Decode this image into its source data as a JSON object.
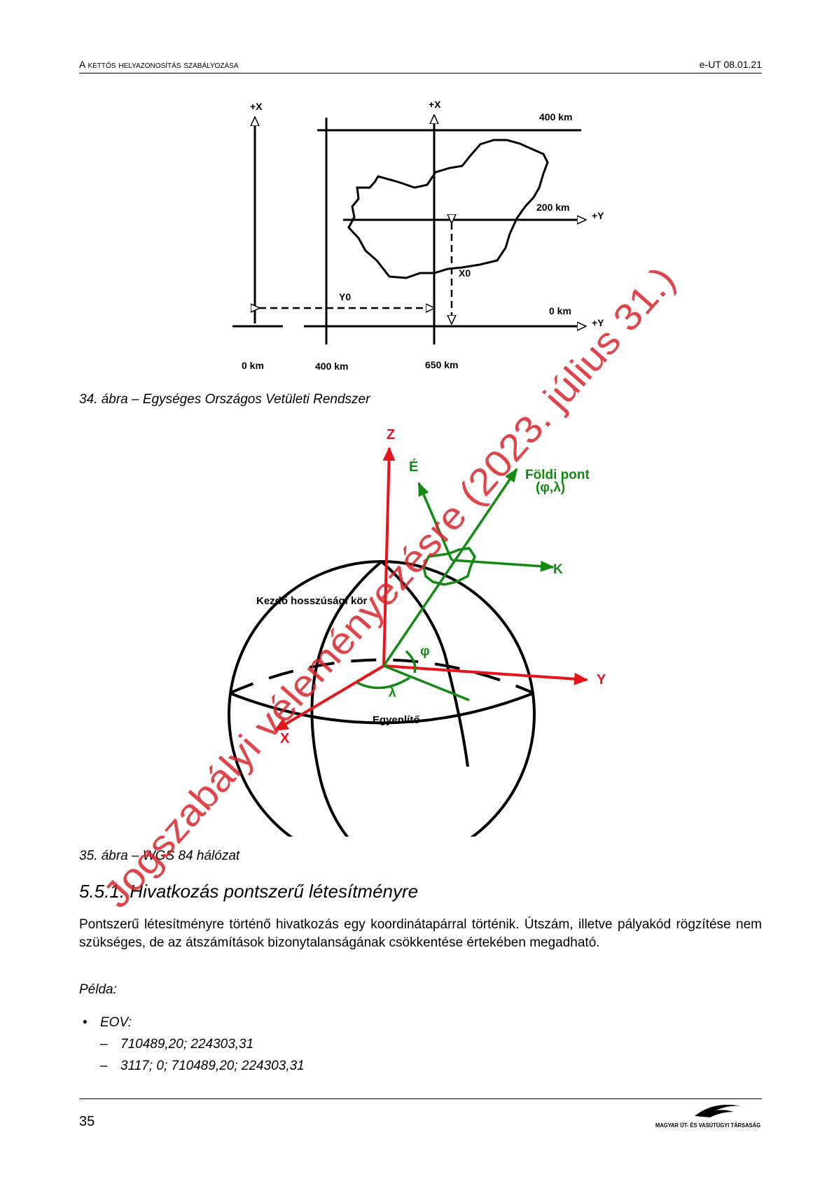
{
  "header": {
    "title_first": "A",
    "title_rest": "kettős helyazonosítás szabályozása",
    "code": "e-UT 08.01.21"
  },
  "figure34": {
    "labels": {
      "x_axis_left": "+X",
      "x_axis_mid": "+X",
      "top_line": "400 km",
      "mid_line": "200 km",
      "y_axis_mid": "+Y",
      "x0": "X0",
      "y0": "Y0",
      "bottom_line": "0 km",
      "y_axis_bottom": "+Y",
      "tick_0": "0 km",
      "tick_400": "400 km",
      "tick_650": "650 km"
    },
    "caption": "34. ábra – Egységes Országos Vetületi Rendszer"
  },
  "figure35": {
    "labels": {
      "z": "Z",
      "north": "É",
      "point_name": "Földi pont",
      "point_coords": "(φ,λ)",
      "east": "K",
      "meridian": "Kezdő hosszúsági kör",
      "phi": "φ",
      "y": "Y",
      "lambda": "λ",
      "x": "X",
      "equator": "Egyenlítő"
    },
    "caption": "35. ábra – WGS 84 hálózat"
  },
  "section": {
    "heading": "5.5.1. Hivatkozás pontszerű létesítményre",
    "paragraph": "Pontszerű létesítményre történő hivatkozás egy koordinátapárral történik. Útszám, illetve pályakód rögzítése nem szükséges, de az átszámítások bizonytalanságának csökkentése értekében megadható.",
    "example_label": "Példa:",
    "bullet": "EOV:",
    "items": [
      "710489,20; 224303,31",
      "3117; 0; 710489,20; 224303,31"
    ]
  },
  "footer": {
    "page_number": "35",
    "publisher": "MAGYAR ÚT- ÉS VASÚTÜGYI TÁRSASÁG"
  },
  "watermark": {
    "text": "Jogszabályi véleményezésre (2023. július 31.)",
    "color": "#d9262b"
  },
  "colors": {
    "red_axes": "#e8141c",
    "green_vectors": "#138a13"
  }
}
